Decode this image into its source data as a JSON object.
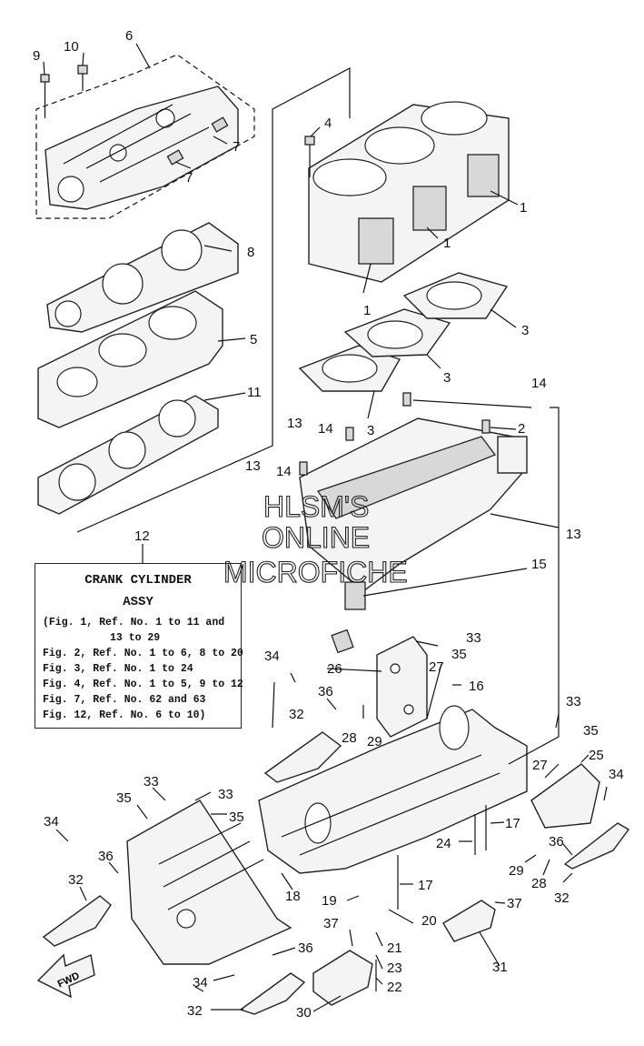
{
  "labels": {
    "l1a": "1",
    "l1b": "1",
    "l1c": "1",
    "l2": "2",
    "l3a": "3",
    "l3b": "3",
    "l3c": "3",
    "l4": "4",
    "l5": "5",
    "l6": "6",
    "l7a": "7",
    "l7b": "7",
    "l8": "8",
    "l9": "9",
    "l10": "10",
    "l11": "11",
    "l12": "12",
    "l13a": "13",
    "l13b": "13",
    "l13c": "13",
    "l14a": "14",
    "l14b": "14",
    "l14c": "14",
    "l15": "15",
    "l16": "16",
    "l17a": "17",
    "l17b": "17",
    "l18": "18",
    "l19": "19",
    "l20": "20",
    "l21": "21",
    "l22": "22",
    "l23": "23",
    "l24": "24",
    "l25": "25",
    "l26": "26",
    "l27a": "27",
    "l27b": "27",
    "l28a": "28",
    "l28b": "28",
    "l29a": "29",
    "l29b": "29",
    "l30": "30",
    "l31": "31",
    "l32a": "32",
    "l32b": "32",
    "l32c": "32",
    "l32d": "32",
    "l33a": "33",
    "l33b": "33",
    "l33c": "33",
    "l33d": "33",
    "l34a": "34",
    "l34b": "34",
    "l34c": "34",
    "l34d": "34",
    "l35a": "35",
    "l35b": "35",
    "l35c": "35",
    "l35d": "35",
    "l36a": "36",
    "l36b": "36",
    "l36c": "36",
    "l36d": "36",
    "l37a": "37",
    "l37b": "37",
    "fwd": "FWD"
  },
  "note": {
    "title": "CRANK CYLINDER",
    "subtitle": "ASSY",
    "rows": [
      "(Fig. 1, Ref. No. 1 to 11 and",
      "13 to 29",
      "Fig. 2, Ref. No. 1 to 6, 8 to 20",
      "Fig. 3, Ref. No. 1 to 24",
      "Fig. 4, Ref. No. 1 to 5, 9 to 12",
      "Fig. 7, Ref. No. 62 and 63",
      "Fig. 12, Ref. No. 6 to 10)"
    ]
  },
  "watermark": {
    "line1": "HLSM'S",
    "line2": "ONLINE",
    "line3": "MICROFICHE"
  }
}
